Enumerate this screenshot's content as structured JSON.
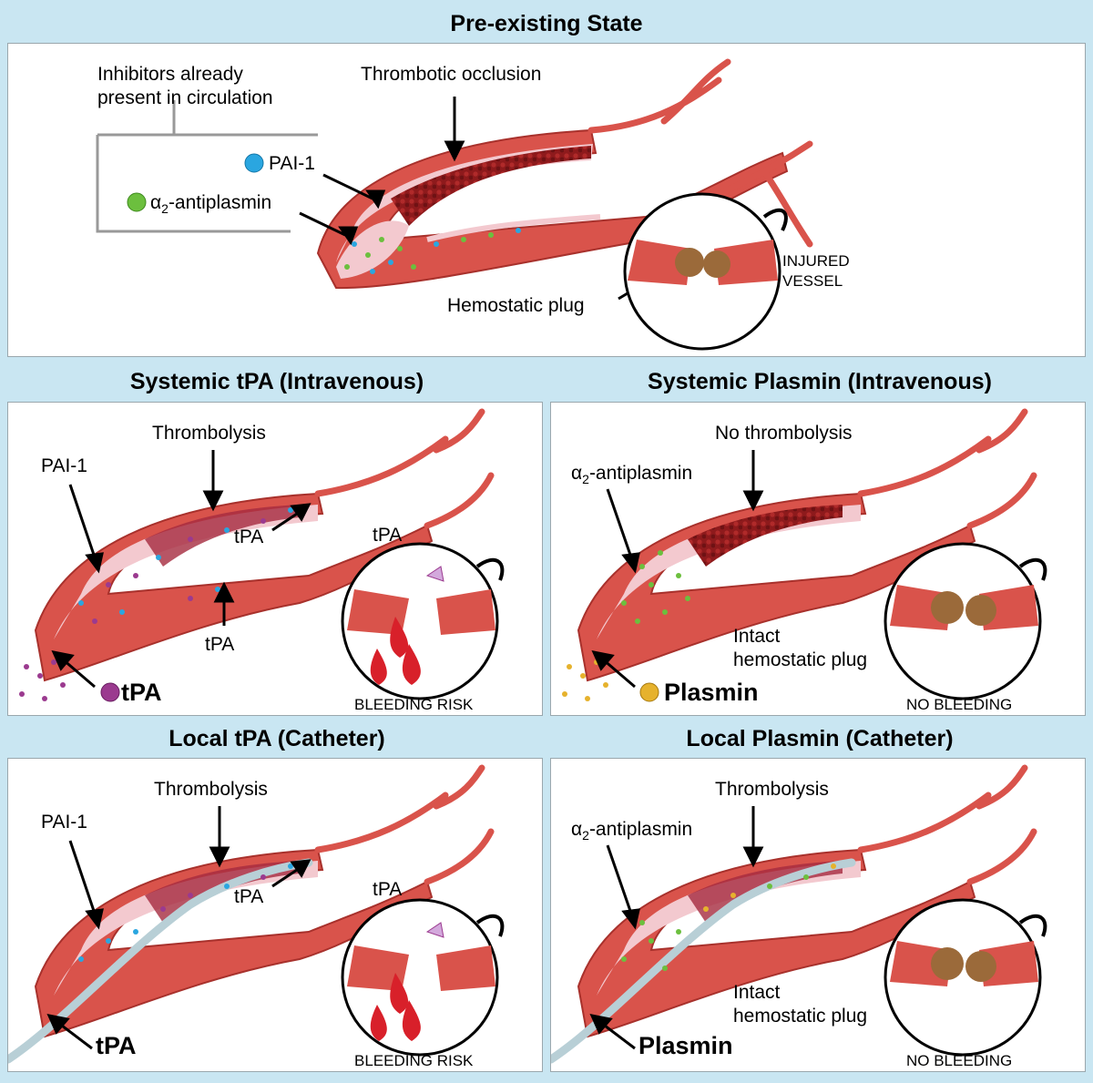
{
  "titles": {
    "pre": "Pre-existing State",
    "sys_tpa": "Systemic tPA (Intravenous)",
    "sys_plasmin": "Systemic Plasmin (Intravenous)",
    "loc_tpa": "Local tPA (Catheter)",
    "loc_plasmin": "Local Plasmin (Catheter)"
  },
  "pre": {
    "inhibitors_line1": "Inhibitors already",
    "inhibitors_line2": "present in circulation",
    "occlusion": "Thrombotic occlusion",
    "pai1": "PAI-1",
    "antiplasmin_prefix": "α",
    "antiplasmin_sub": "2",
    "antiplasmin_suffix": "-antiplasmin",
    "plug": "Hemostatic plug",
    "injured_line1": "INJURED",
    "injured_line2": "VESSEL"
  },
  "sys_tpa": {
    "thrombolysis": "Thrombolysis",
    "pai1": "PAI-1",
    "tpa_upper": "tPA",
    "tpa_lower": "tPA",
    "tpa_inset": "tPA",
    "agent": "tPA",
    "risk": "BLEEDING RISK"
  },
  "sys_plasmin": {
    "no_thrombolysis": "No thrombolysis",
    "antiplasmin_prefix": "α",
    "antiplasmin_sub": "2",
    "antiplasmin_suffix": "-antiplasmin",
    "intact_line1": "Intact",
    "intact_line2": "hemostatic plug",
    "agent": "Plasmin",
    "risk": "NO BLEEDING"
  },
  "loc_tpa": {
    "thrombolysis": "Thrombolysis",
    "pai1": "PAI-1",
    "tpa_upper": "tPA",
    "tpa_inset": "tPA",
    "agent": "tPA",
    "risk": "BLEEDING RISK"
  },
  "loc_plasmin": {
    "thrombolysis": "Thrombolysis",
    "antiplasmin_prefix": "α",
    "antiplasmin_sub": "2",
    "antiplasmin_suffix": "-antiplasmin",
    "intact_line1": "Intact",
    "intact_line2": "hemostatic plug",
    "agent": "Plasmin",
    "risk": "NO BLEEDING"
  },
  "colors": {
    "background": "#c9e6f2",
    "vessel": "#d9534b",
    "vessel_dark": "#a8312c",
    "lumen": "#f3c9cf",
    "clot": "#8e1a1c",
    "pai1_dot": "#2aa6e0",
    "antiplasmin_dot": "#6cbf3e",
    "tpa_dot": "#9b3a8f",
    "plasmin_dot": "#e6b22d",
    "catheter": "#b8cfd6"
  }
}
